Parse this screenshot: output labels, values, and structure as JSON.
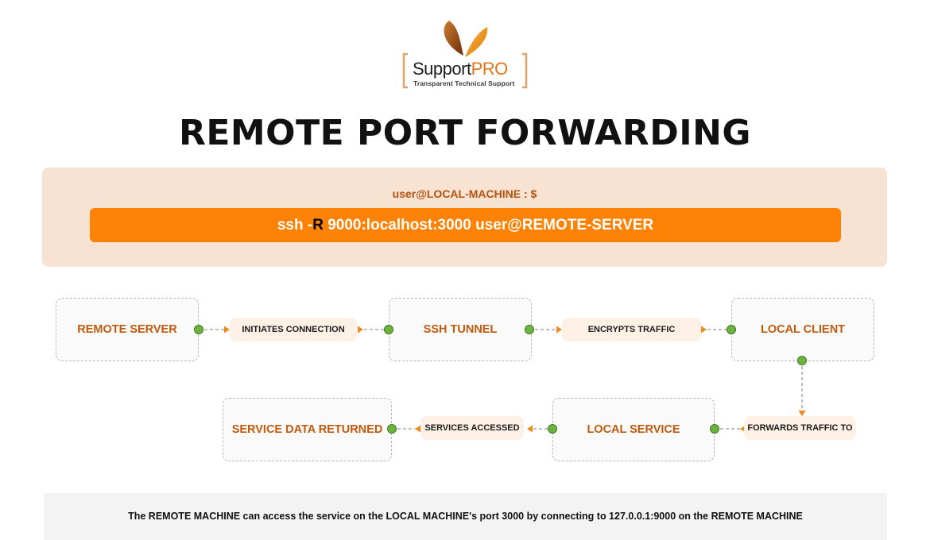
{
  "logo": {
    "brand_main": "Support",
    "brand_accent": "PRO",
    "tagline": "Transparent Technical Support"
  },
  "title": "REMOTE PORT FORWARDING",
  "command": {
    "prompt": "user@LOCAL-MACHINE : $",
    "cmd_prefix": "ssh -",
    "cmd_flag": "R",
    "cmd_rest": " 9000:localhost:3000 user@REMOTE-SERVER"
  },
  "flow": {
    "nodes": {
      "remote_server": "REMOTE SERVER",
      "ssh_tunnel": "SSH TUNNEL",
      "local_client": "LOCAL CLIENT",
      "local_service": "LOCAL SERVICE",
      "service_data_returned": "SERVICE DATA RETURNED"
    },
    "edges": {
      "initiates_connection": "INITIATES CONNECTION",
      "encrypts_traffic": "ENCRYPTS TRAFFIC",
      "forwards_traffic_to": "FORWARDS TRAFFIC TO",
      "services_accessed": "SERVICES ACCESSED"
    }
  },
  "footer": "The REMOTE MACHINE can access the service on the LOCAL MACHINE's port 3000 by connecting to 127.0.0.1:9000 on the REMOTE MACHINE",
  "colors": {
    "accent": "#fd8205",
    "node_text": "#c15a0d",
    "panel_bg": "#f8e3d2",
    "connector_dot": "#6db33f",
    "arrow": "#f08a1e"
  },
  "icons": [
    "butterfly-logo-icon",
    "arrow-right-icon",
    "arrow-left-icon",
    "arrow-down-icon",
    "connector-dot-icon"
  ]
}
